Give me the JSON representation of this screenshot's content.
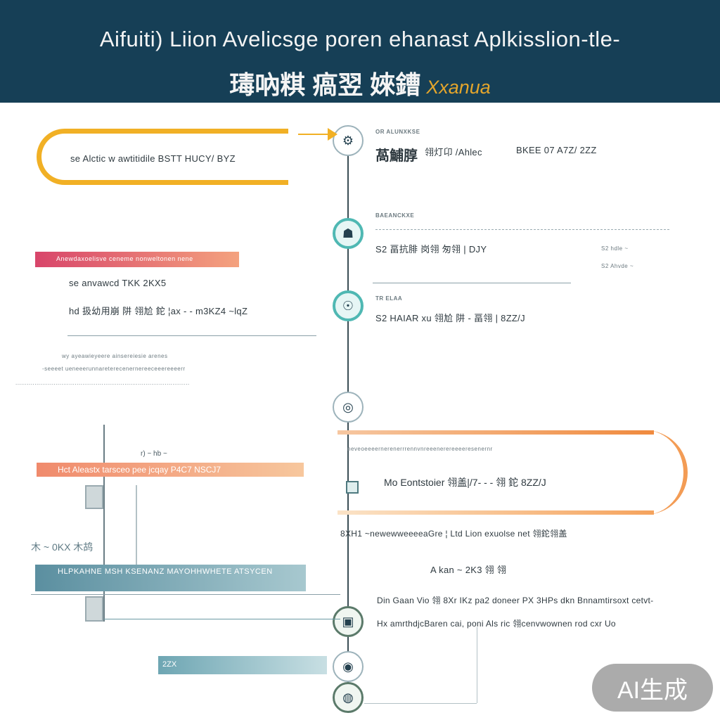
{
  "header": {
    "title_line1": "Aifuiti) Liion Avelicsge poren ehanast Aplkisslion-tle-",
    "title_line2": "瑇吶粸 瘑翌 婡鏪",
    "title_accent": "Xxanua"
  },
  "left": {
    "box1_text": "se Alctic w awtitidile BSTT  HUCY/ BYZ",
    "pink_bar": "Anewdaxoelisve ceneme nonweltonen nene",
    "item1": "se anvawcd  TKK 2KX5",
    "item2": "hd 扱幼用崩 阱 翎尬 鉈 ¦ax - - m3KZ4 ~lqZ",
    "tiny_row1": "wy ayeawieyeere ainsereiesie arenes",
    "tiny_row2": "-seeeet ueneeerunnareterecenernereeceeereeeerr",
    "tiny_row3": "...........................................................................................",
    "small_text": "r) ~ hb   ~",
    "orange_bar": "Hct Aleastx tarsceo pee jcqay P4C7 NSCJ7",
    "row_label": "木 ~ 0KX   木鸪",
    "teal_bar": "HLPKAHNE MSH KSENANZ  MAYOHHWHETE ATSYCEN",
    "teal_bar2": "2ZX"
  },
  "right": {
    "s1_heading": "OR ALUNXKSE",
    "s1_title": "萵鯆朜",
    "s1_text": "翎灯卬 /Ahlec",
    "s1_meta": "BKEE 07 A7Z/ 2ZZ",
    "s2_heading": "BAEANCKXE",
    "s2_text": "S2 畐抗腓 岗翎 匆翎 | DJY",
    "s2_side1": "S2 hdle ~",
    "s2_side2": "S2 Ahvde ~",
    "s3_heading": "TR  ELAA",
    "s3_text": "S2 HAIAR xu  翎尬 阱 - 畐翎 | 8ZZ/J",
    "box2_text": "Mo Eontstoier 翎盖|/7-  - - 翎 鉈 8ZZ/J",
    "box2_tiny": "neveoeeeernerenerrrennvnreeenerereeeeresenernr",
    "row_after": "8XH1 ~newewweeeeaGre ¦ Ltd Lion exuolse net 翎鉈翎盖",
    "center_text": "A kan ~ 2K3 翎 翎",
    "para1": "Din Gaan Vio 翎 8Xr IKz pa2 doneer  PX 3HPs  dkn Bnnamtirsoxt cetvt-",
    "para2": "Hx amrthdjcBaren cai, poni Als ric 翎cenvwownen  rod cxr Uo"
  },
  "watermark": "AI生成"
}
